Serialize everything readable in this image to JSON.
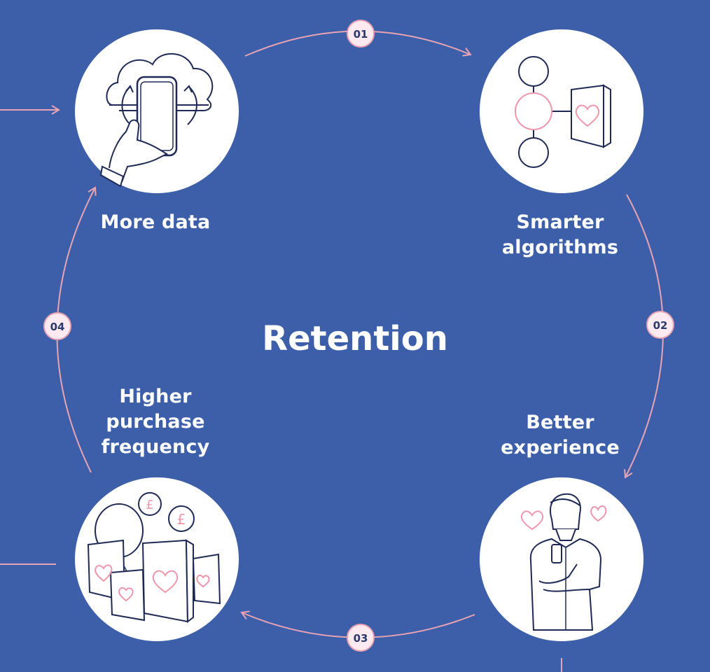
{
  "center_title": "Retention",
  "colors": {
    "background": "#3D5FA9",
    "line": "#E8A3B4",
    "badge_fill": "#FCEAF0",
    "badge_text": "#2B3A6B",
    "ink": "#1E2A55",
    "pink": "#EE97AC"
  },
  "stages": [
    {
      "number": "01",
      "label": "More data",
      "icon": "phone-cloud-icon"
    },
    {
      "number": "02",
      "label": "Smarter algorithms",
      "icon": "algorithm-card-icon"
    },
    {
      "number": "03",
      "label": "Better experience",
      "icon": "person-phone-hearts-icon"
    },
    {
      "number": "04",
      "label": "Higher purchase frequency",
      "icon": "cards-balloon-icon"
    }
  ],
  "labels": {
    "more_data": "More data",
    "smarter": [
      "Smarter",
      "algorithms"
    ],
    "better": [
      "Better",
      "experience"
    ],
    "higher": [
      "Higher",
      "purchase",
      "frequency"
    ]
  },
  "badges": [
    "01",
    "02",
    "03",
    "04"
  ],
  "icons": {
    "currency_symbol": "£"
  }
}
